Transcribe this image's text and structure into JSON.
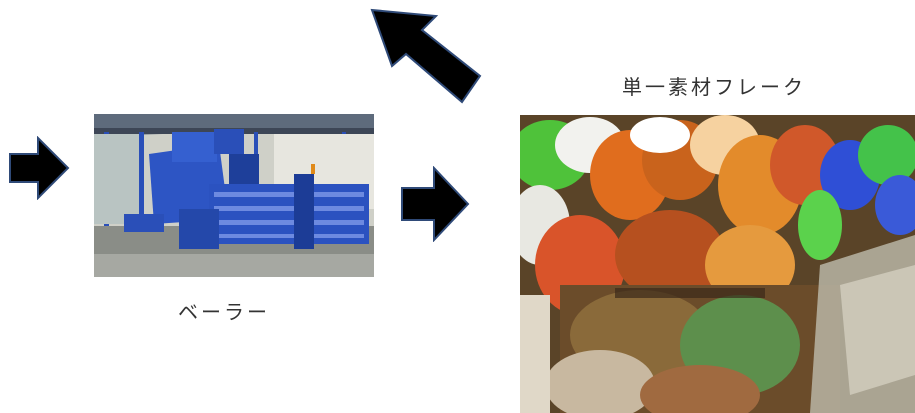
{
  "captions": {
    "baler": "ベーラー",
    "flake": "単一素材フレーク"
  },
  "images": {
    "baler": "baler-machine-photo",
    "flake": "plastic-bale-photo"
  },
  "arrows": [
    {
      "name": "arrow-right-icon",
      "direction": "right"
    },
    {
      "name": "arrow-right-icon",
      "direction": "right"
    },
    {
      "name": "arrow-up-left-icon",
      "direction": "up-left"
    }
  ],
  "colors": {
    "arrow_fill": "#000000",
    "arrow_stroke": "#2f4a78",
    "caption_text": "#333333",
    "machine_blue": "#2a4fb8"
  }
}
